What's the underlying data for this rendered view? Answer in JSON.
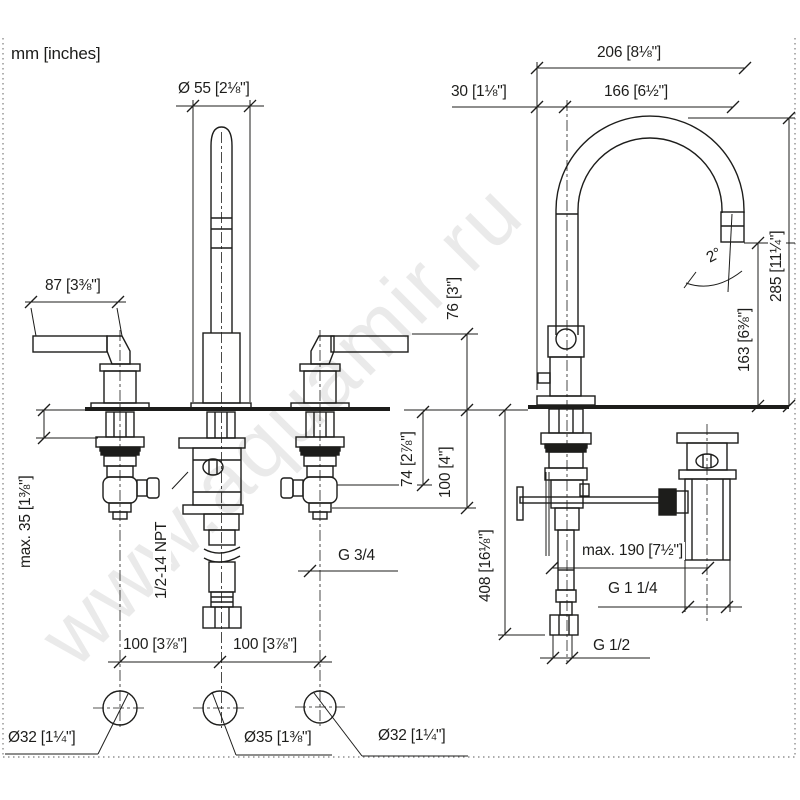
{
  "page": {
    "background": "#ffffff",
    "line_color": "#1d1d1b",
    "border_style": "dotted"
  },
  "units_note": "mm [inches]",
  "watermark": "www.aquamir.ru",
  "front_view": {
    "spout_diameter": "Ø 55 [2⅛\"]",
    "handle_length": "87 [3⅜\"]",
    "max_deck_thickness": "max. 35 [1⅜\"]",
    "supply_thread": "1/2-14 NPT",
    "side_outlet_thread": "G 3/4",
    "hole_spacing_left": "100 [3⅞\"]",
    "hole_spacing_right": "100 [3⅞\"]",
    "hole_left_diameter": "Ø32 [1¼\"]",
    "hole_center_diameter": "Ø35 [1⅜\"]",
    "hole_right_diameter": "Ø32 [1¼\"]"
  },
  "side_view": {
    "overall_projection": "206 [8⅛\"]",
    "back_offset": "30 [1⅛\"]",
    "spout_reach": "166 [6½\"]",
    "spout_height": "285 [11¼\"]",
    "aerator_height": "163 [6⅜\"]",
    "spout_angle": "2°",
    "handle_height_above_deck": "76 [3\"]",
    "outlet_center_depth": "74 [2⅞\"]",
    "body_depth_below_deck": "100 [4\"]",
    "supply_tube_length": "408 [16⅛\"]",
    "drain_rod_reach": "max. 190 [7½\"]",
    "drain_thread": "G 1 1/4",
    "supply_connection_thread": "G 1/2"
  }
}
